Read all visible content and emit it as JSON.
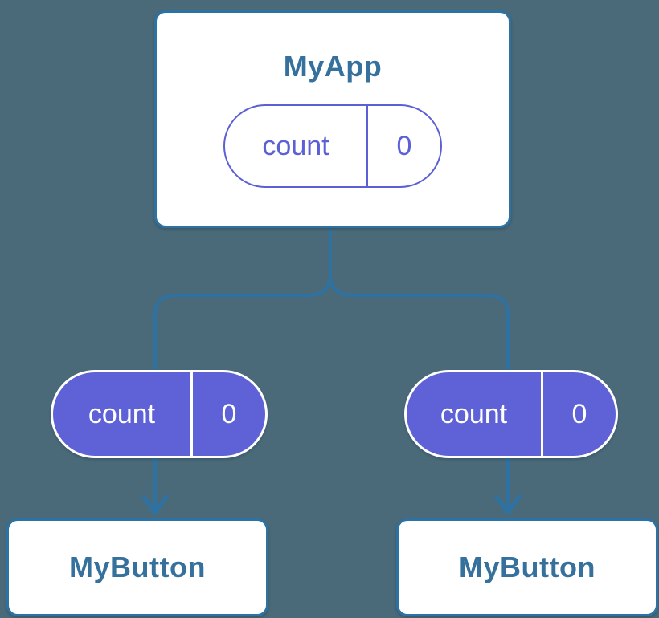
{
  "colors": {
    "background": "#4a6a79",
    "connector_line": "#2e72a4",
    "component_border": "#2e72a4",
    "component_background": "#ffffff",
    "component_title_text": "#35719c",
    "state_pill_outline": "#5b60d6",
    "prop_pill_fill": "#5f62d6",
    "prop_pill_text": "#ffffff"
  },
  "root": {
    "title": "MyApp",
    "state": {
      "name": "count",
      "value": "0"
    }
  },
  "children": [
    {
      "title": "MyButton",
      "prop": {
        "name": "count",
        "value": "0"
      }
    },
    {
      "title": "MyButton",
      "prop": {
        "name": "count",
        "value": "0"
      }
    }
  ]
}
